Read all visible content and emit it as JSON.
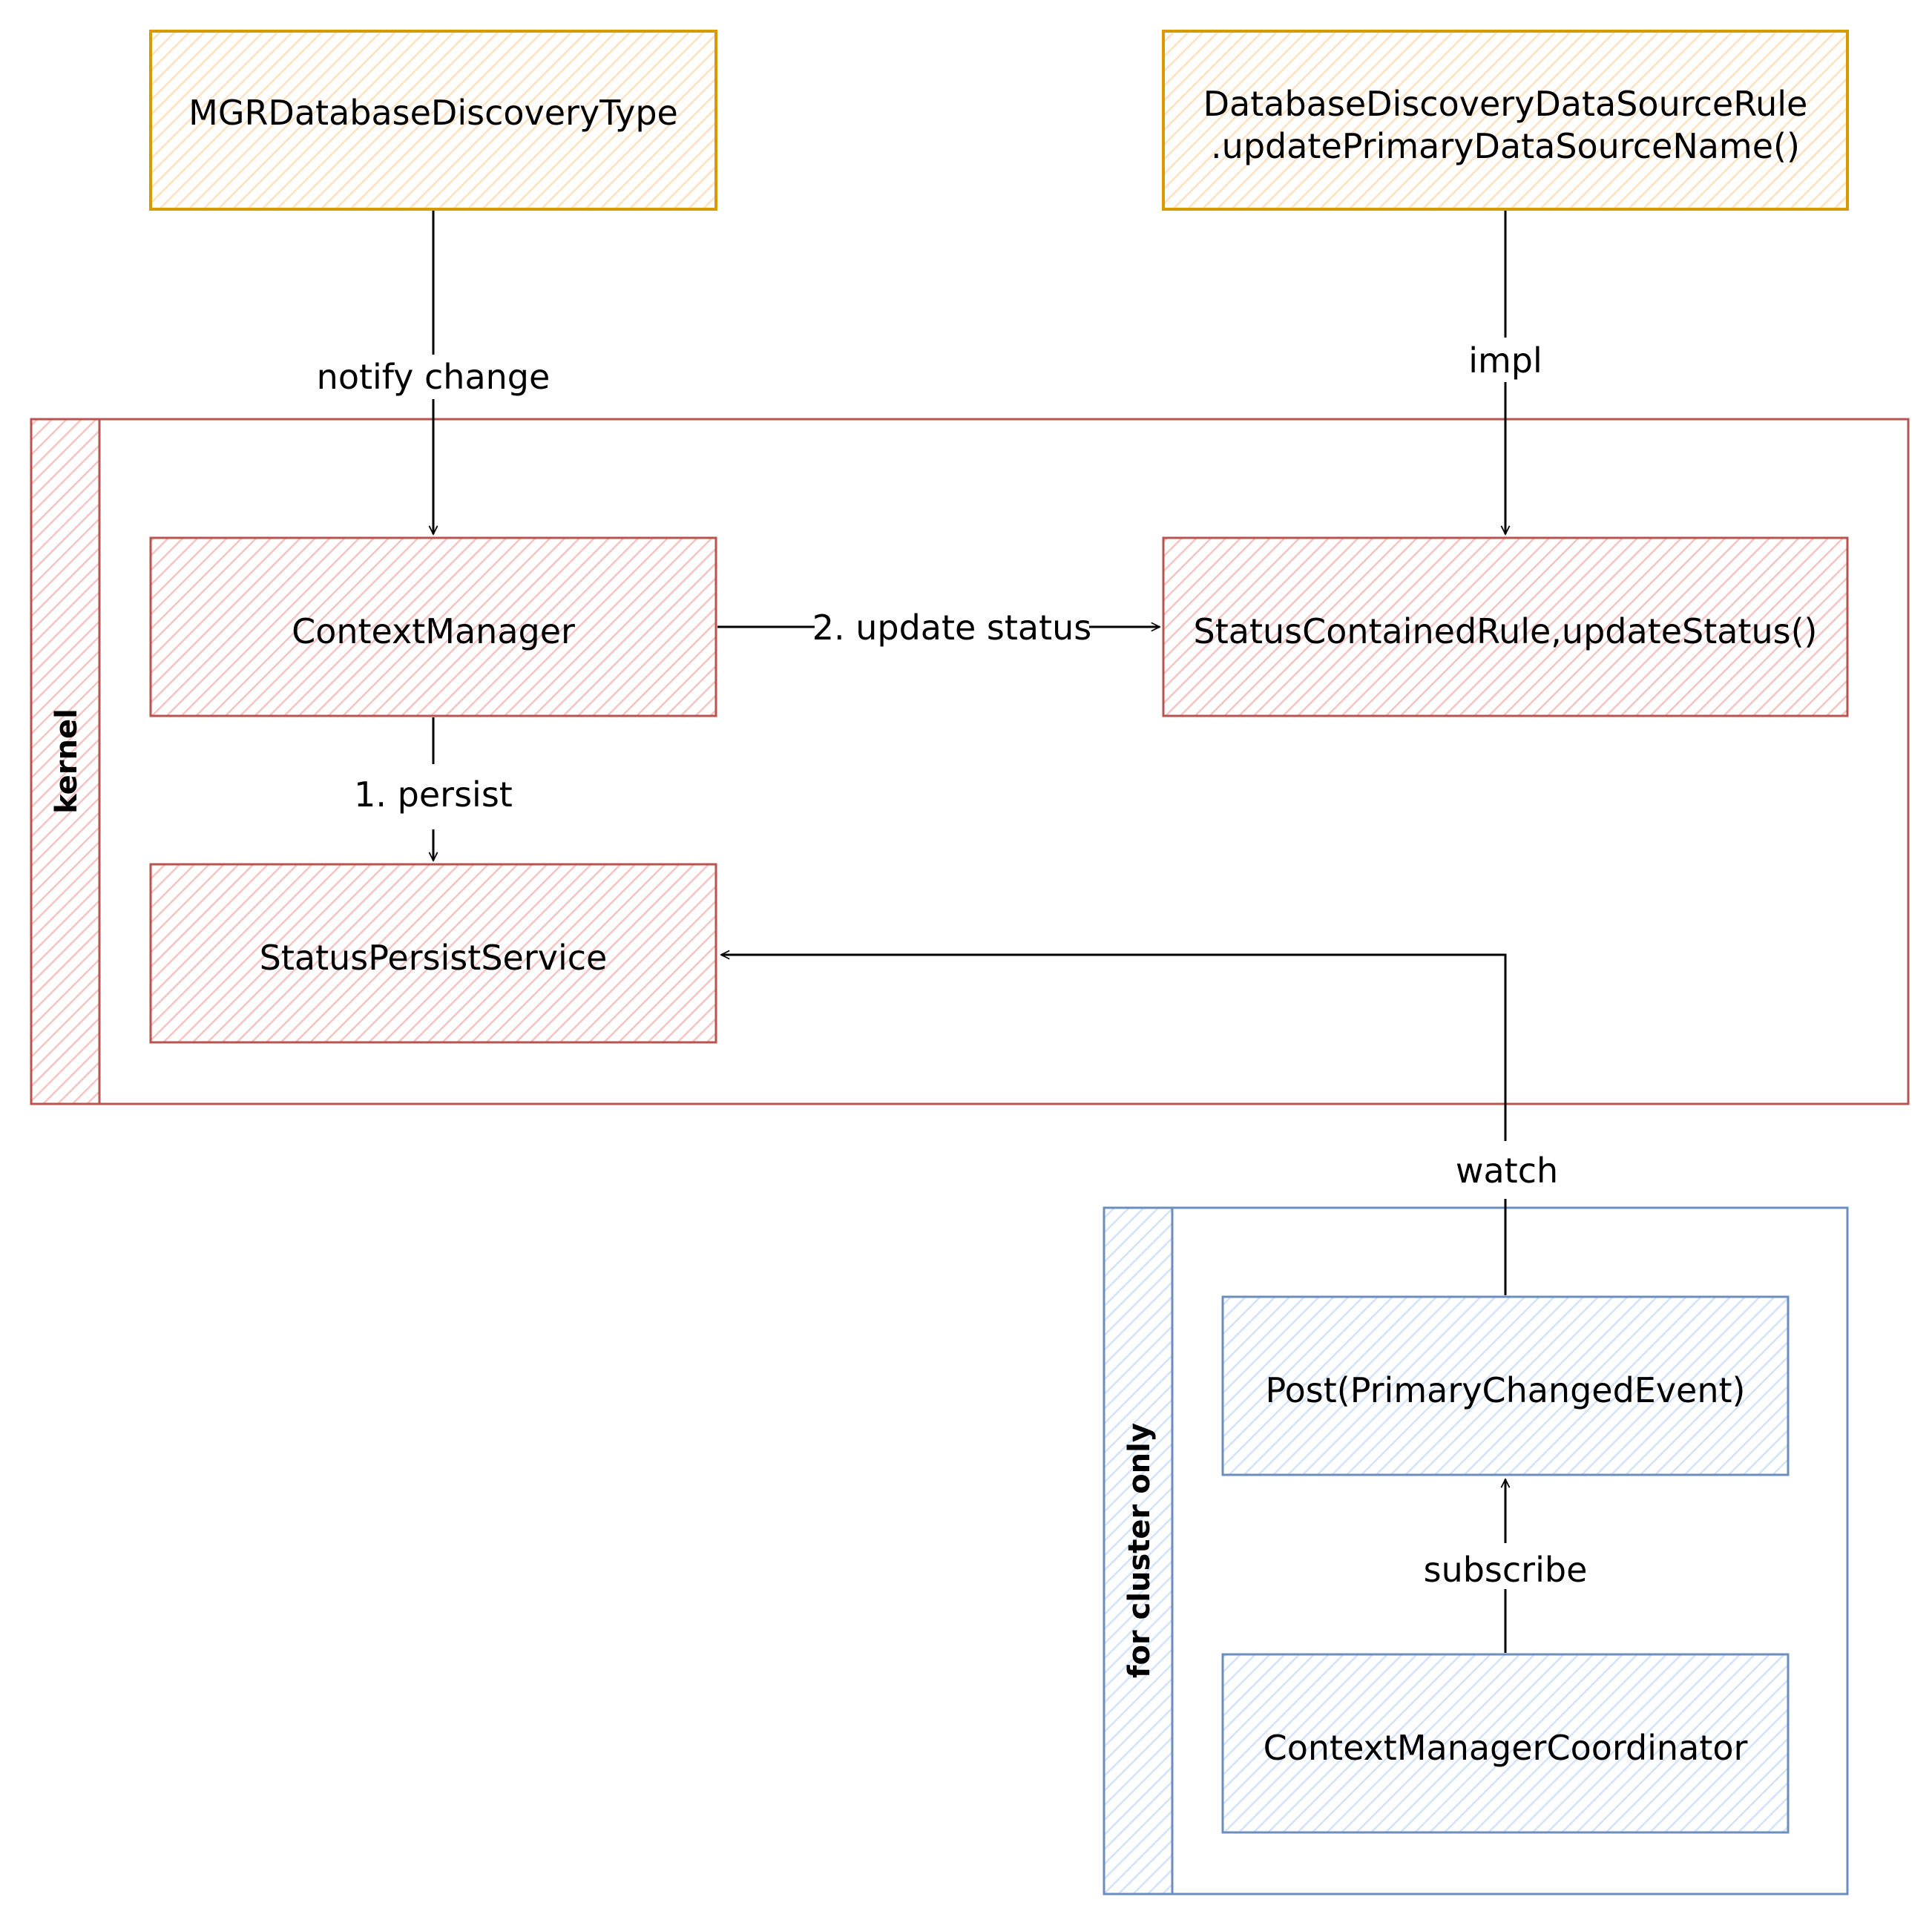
{
  "colors": {
    "orange_fill": "#ffe6cc",
    "orange_stroke": "#d79b00",
    "red_fill": "#f8cecc",
    "red_stroke": "#b85450",
    "blue_fill": "#dae8fc",
    "blue_stroke": "#6c8ebf",
    "edge": "#000000"
  },
  "boxes": {
    "mgr_type": "MGRDatabaseDiscoveryType",
    "rule_line1": "DatabaseDiscoveryDataSourceRule",
    "rule_line2": ".updatePrimaryDataSourceName()",
    "context_manager": "ContextManager",
    "status_rule": "StatusContainedRule,updateStatus()",
    "status_persist": "StatusPersistService",
    "post_event": "Post(PrimaryChangedEvent)",
    "coordinator": "ContextManagerCoordinator"
  },
  "groups": {
    "kernel": "kernel",
    "cluster": "for cluster only"
  },
  "edges": {
    "notify_change": "notify change",
    "impl": "impl",
    "update_status": "2. update status",
    "persist": "1. persist",
    "watch": "watch",
    "subscribe": "subscribe"
  }
}
